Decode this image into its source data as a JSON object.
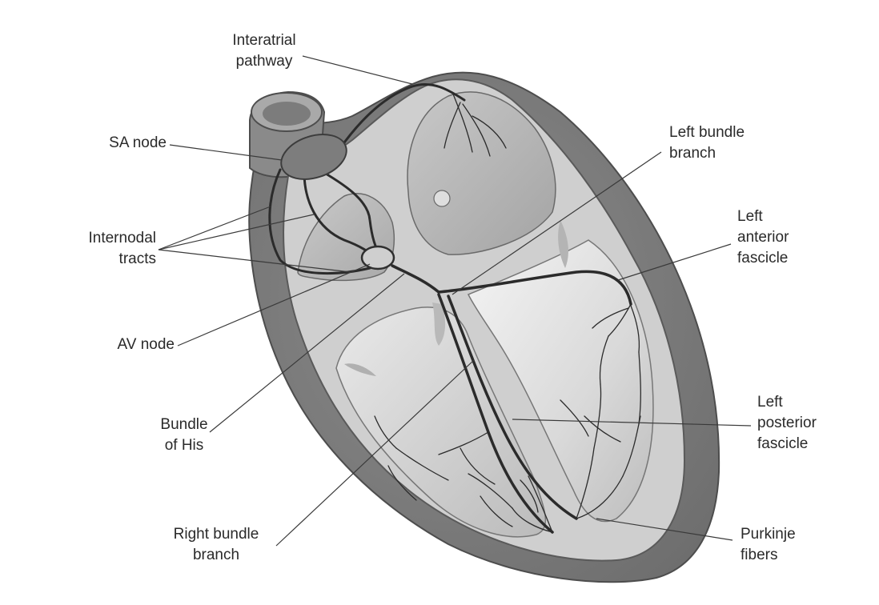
{
  "labels": {
    "interatrial_pathway": [
      "Interatrial",
      "pathway"
    ],
    "sa_node": [
      "SA node"
    ],
    "internodal_tracts": [
      "Internodal",
      "tracts"
    ],
    "av_node": [
      "AV node"
    ],
    "bundle_of_his": [
      "Bundle",
      "of His"
    ],
    "right_bundle_branch": [
      "Right bundle",
      "branch"
    ],
    "left_bundle_branch": [
      "Left bundle",
      "branch"
    ],
    "left_anterior_fascicle": [
      "Left",
      "anterior",
      "fascicle"
    ],
    "left_posterior_fascicle": [
      "Left",
      "posterior",
      "fascicle"
    ],
    "purkinje_fibers": [
      "Purkinje",
      "fibers"
    ]
  }
}
